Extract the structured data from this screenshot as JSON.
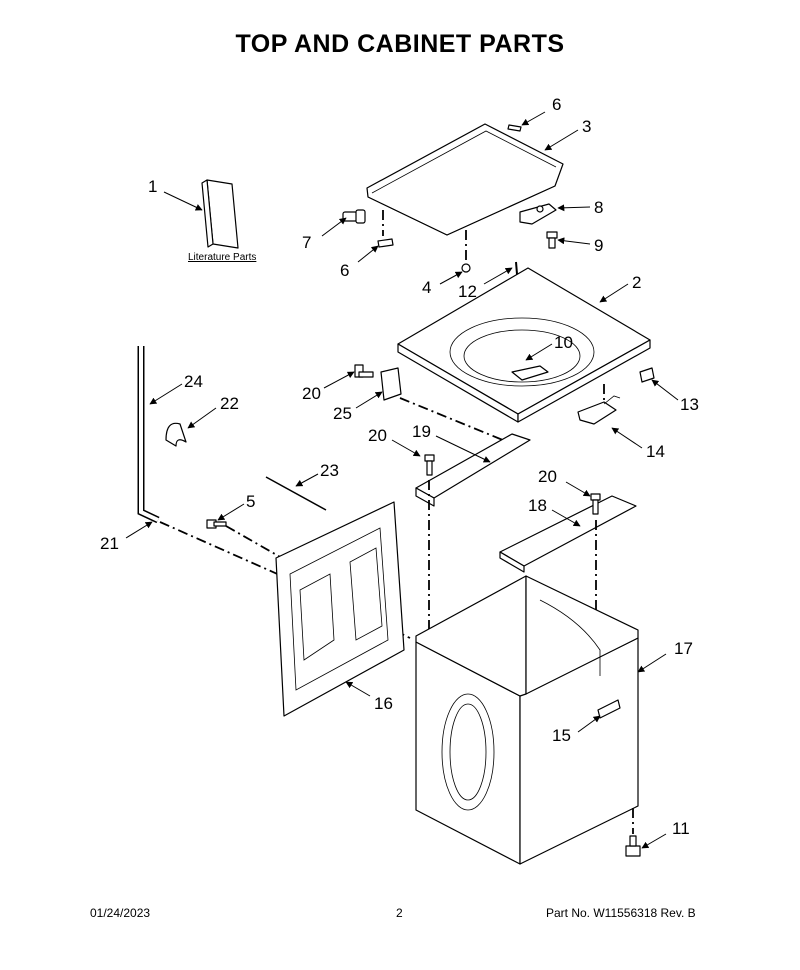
{
  "title": "TOP AND CABINET PARTS",
  "literature_label": "Literature Parts",
  "callouts": {
    "c1": "1",
    "c2": "2",
    "c3": "3",
    "c4": "4",
    "c5": "5",
    "c6a": "6",
    "c6b": "6",
    "c7": "7",
    "c8": "8",
    "c9": "9",
    "c10": "10",
    "c11": "11",
    "c12": "12",
    "c13": "13",
    "c14": "14",
    "c15": "15",
    "c16": "16",
    "c17": "17",
    "c18": "18",
    "c19": "19",
    "c20a": "20",
    "c20b": "20",
    "c20c": "20",
    "c21": "21",
    "c22": "22",
    "c23": "23",
    "c24": "24",
    "c25": "25"
  },
  "footer": {
    "date": "01/24/2023",
    "page": "2",
    "part": "Part No.  W11556318  Rev. B"
  }
}
